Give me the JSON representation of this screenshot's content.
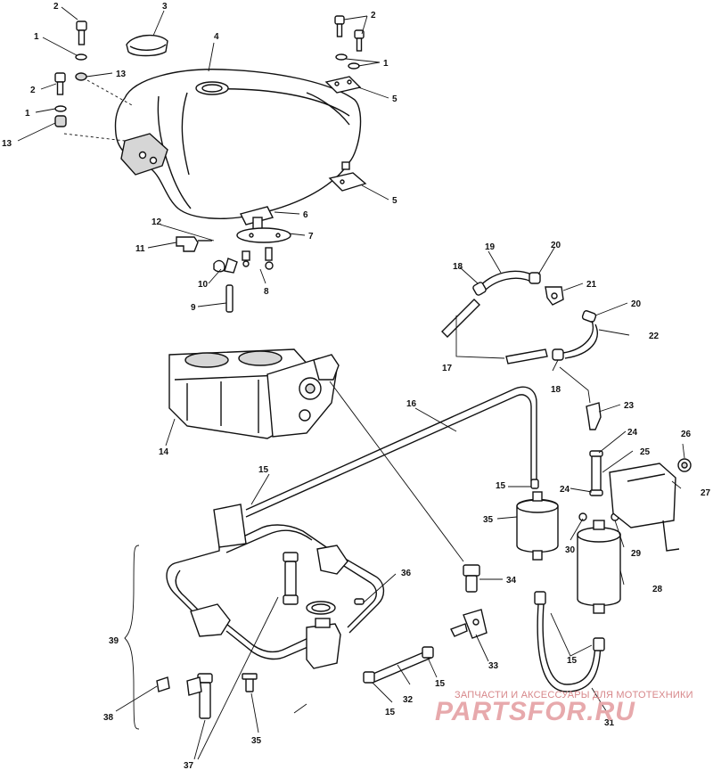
{
  "callouts": {
    "c1a": "1",
    "c1b": "1",
    "c1c": "1",
    "c2a": "2",
    "c2b": "2",
    "c2c": "2",
    "c3": "3",
    "c4": "4",
    "c5a": "5",
    "c5b": "5",
    "c6": "6",
    "c7": "7",
    "c8": "8",
    "c9": "9",
    "c10": "10",
    "c11": "11",
    "c12": "12",
    "c13a": "13",
    "c13b": "13",
    "c14": "14",
    "c15a": "15",
    "c15b": "15",
    "c15c": "15",
    "c15d": "15",
    "c15e": "15",
    "c16": "16",
    "c17": "17",
    "c18a": "18",
    "c18b": "18",
    "c19": "19",
    "c20a": "20",
    "c20b": "20",
    "c21": "21",
    "c22": "22",
    "c23": "23",
    "c24a": "24",
    "c24b": "24",
    "c25": "25",
    "c26": "26",
    "c27": "27",
    "c28": "28",
    "c29": "29",
    "c30": "30",
    "c31": "31",
    "c32": "32",
    "c33": "33",
    "c34": "34",
    "c35a": "35",
    "c35b": "35",
    "c36": "36",
    "c37": "37",
    "c38": "38",
    "c39": "39"
  },
  "watermark": {
    "caption": "ЗАПЧАСТИ И АКСЕССУАРЫ ДЛЯ МОТОТЕХНИКИ",
    "brand": "PARTSFOR.RU",
    "color": "#e7a9ac"
  }
}
